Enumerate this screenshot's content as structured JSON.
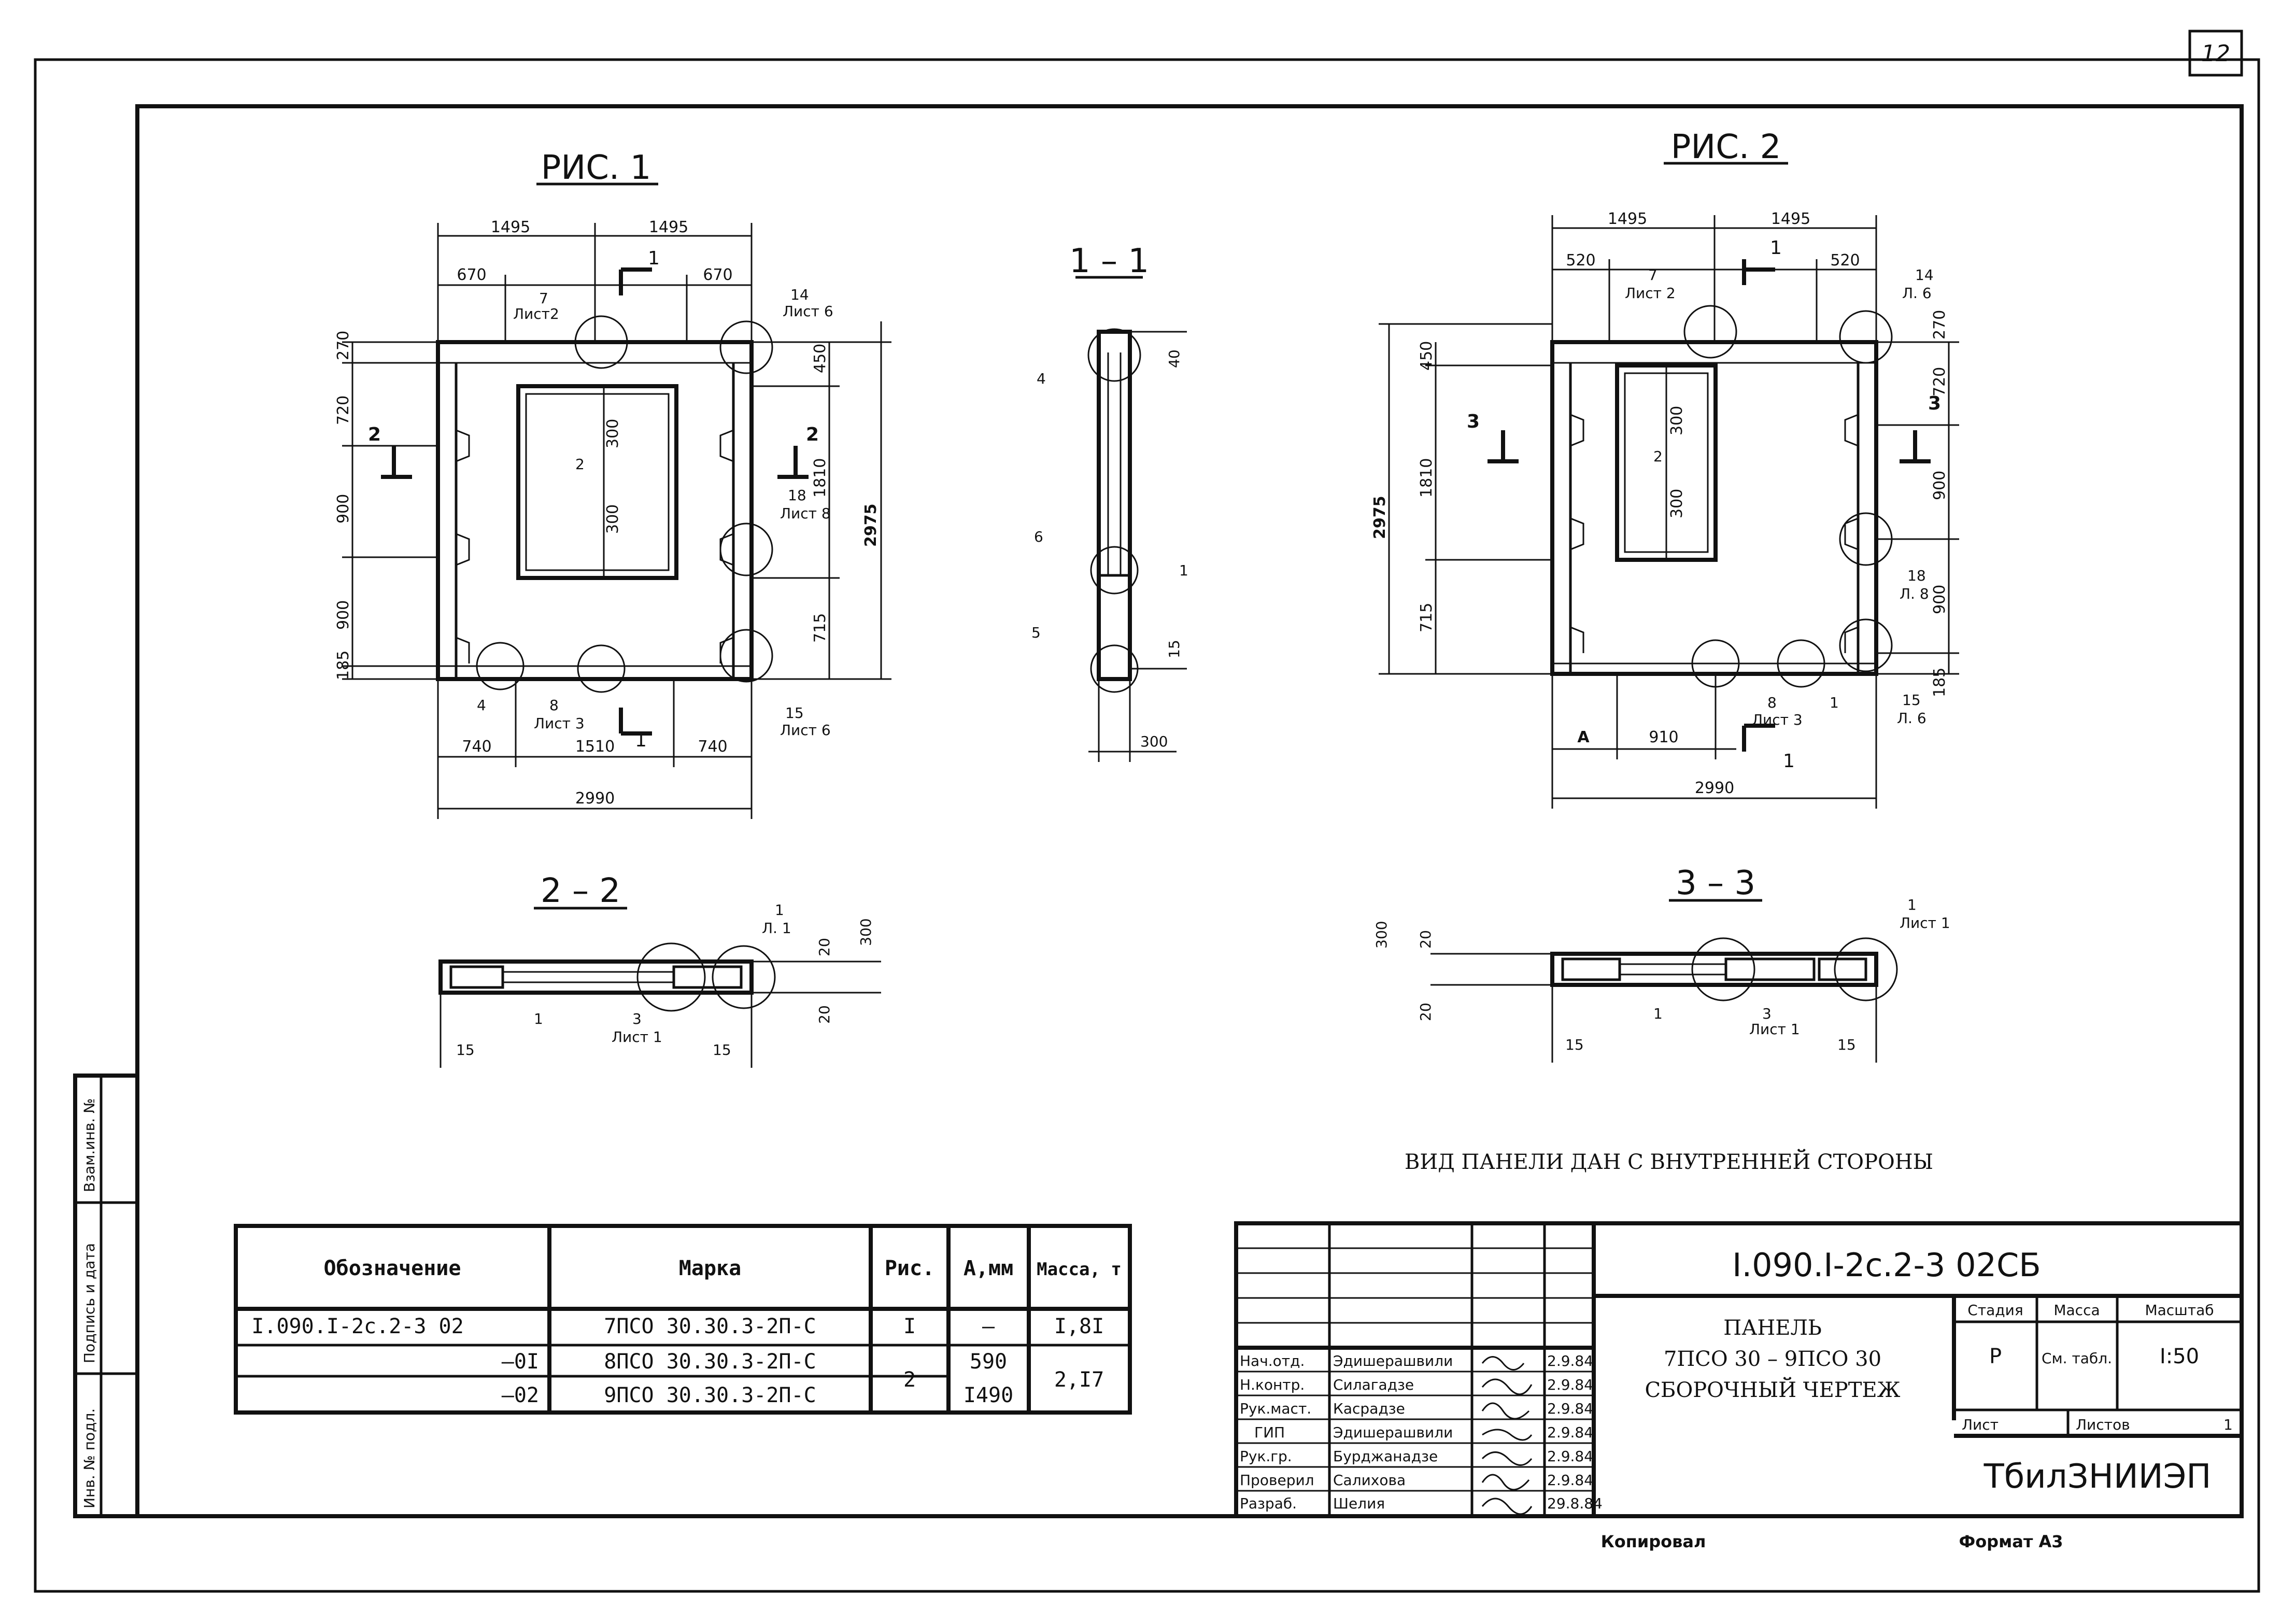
{
  "sheet_number": "12",
  "figures": {
    "fig1_title": "РИС. 1",
    "fig2_title": "РИС. 2",
    "sec11_title": "1 – 1",
    "sec22_title": "2 – 2",
    "sec33_title": "3 – 3"
  },
  "fig1": {
    "dims_top": [
      "1495",
      "1495"
    ],
    "dims_second": [
      "670",
      "670"
    ],
    "dims_bottom": [
      "740",
      "1510",
      "740"
    ],
    "dim_total": "2990",
    "dims_left": [
      "270",
      "720",
      "900",
      "900",
      "185"
    ],
    "dims_right": [
      "450",
      "1810",
      "715"
    ],
    "dim_height": "2975",
    "dims_inner": [
      "300",
      "300"
    ],
    "callouts": [
      "7",
      "Лист2",
      "14",
      "Лист 6",
      "2",
      "18",
      "Лист 8",
      "4",
      "8",
      "Лист 3",
      "15",
      "Лист 6"
    ],
    "section_marks": [
      "1",
      "1",
      "2",
      "2"
    ]
  },
  "fig2": {
    "dims_top": [
      "1495",
      "1495"
    ],
    "dims_second": [
      "520",
      "520"
    ],
    "dims_bottom": [
      "A",
      "910"
    ],
    "dim_total": "2990",
    "dims_left": [
      "450",
      "1810",
      "715"
    ],
    "dims_right": [
      "270",
      "720",
      "900",
      "900",
      "185"
    ],
    "dim_height": "2975",
    "dims_inner": [
      "300",
      "300"
    ],
    "callouts": [
      "7",
      "Лист 2",
      "14",
      "Л. 6",
      "2",
      "18",
      "Л. 8",
      "8",
      "Лист 3",
      "1",
      "15",
      "Л. 6"
    ],
    "section_marks": [
      "1",
      "1",
      "3",
      "3"
    ]
  },
  "sec11": {
    "labels": [
      "4",
      "6",
      "5",
      "1"
    ],
    "dims": [
      "40",
      "15",
      "300"
    ]
  },
  "sec22": {
    "labels": [
      "1",
      "3",
      "Лист 1",
      "1",
      "Л. 1"
    ],
    "dims": [
      "15",
      "15",
      "20",
      "300",
      "20"
    ]
  },
  "sec33": {
    "labels": [
      "1",
      "3",
      "Лист 1",
      "1",
      "Лист 1"
    ],
    "dims": [
      "300",
      "20",
      "20",
      "15",
      "15"
    ]
  },
  "note": "ВИД ПАНЕЛИ ДАН С ВНУТРЕННЕЙ СТОРОНЫ",
  "spec_table": {
    "headers": [
      "Обозначение",
      "Марка",
      "Рис.",
      "А,мм",
      "Масса, т"
    ],
    "rows": [
      [
        "I.090.I-2с.2-3 02",
        "7ПСО 30.30.3-2П-С",
        "I",
        "–",
        "I,8I"
      ],
      [
        "–0I",
        "8ПСО 30.30.3-2П-С",
        "2",
        "590",
        "2,I7"
      ],
      [
        "–02",
        "9ПСО 30.30.3-2П-С",
        "",
        "I490",
        ""
      ]
    ]
  },
  "side_stamp": [
    "Взам.инв. №",
    "Подпись и дата",
    "Инв. № подл."
  ],
  "title_block": {
    "code": "I.090.I-2с.2-3 02СБ",
    "name_lines": [
      "ПАНЕЛЬ",
      "7ПСО 30 – 9ПСО 30",
      "СБОРОЧНЫЙ ЧЕРТЕЖ"
    ],
    "stage_header": "Стадия",
    "mass_header": "Масса",
    "scale_header": "Масштаб",
    "stage": "Р",
    "mass": "См. табл.",
    "scale": "I:50",
    "sheet_label": "Лист",
    "sheets_label": "Листов",
    "sheets_value": "1",
    "org": "ТбилЗНИИЭП",
    "people": [
      {
        "role": "Нач.отд.",
        "name": "Эдишерашвили",
        "date": "2.9.84"
      },
      {
        "role": "Н.контр.",
        "name": "Силагадзе",
        "date": "2.9.84"
      },
      {
        "role": "Рук.маст.",
        "name": "Касрадзе",
        "date": "2.9.84"
      },
      {
        "role": "ГИП",
        "name": "Эдишерашвили",
        "date": "2.9.84"
      },
      {
        "role": "Рук.гр.",
        "name": "Бурджанадзе",
        "date": "2.9.84"
      },
      {
        "role": "Проверил",
        "name": "Салихова",
        "date": "2.9.84"
      },
      {
        "role": "Разраб.",
        "name": "Шелия",
        "date": "29.8.84"
      }
    ],
    "copied": "Копировал",
    "format": "Формат А3"
  }
}
